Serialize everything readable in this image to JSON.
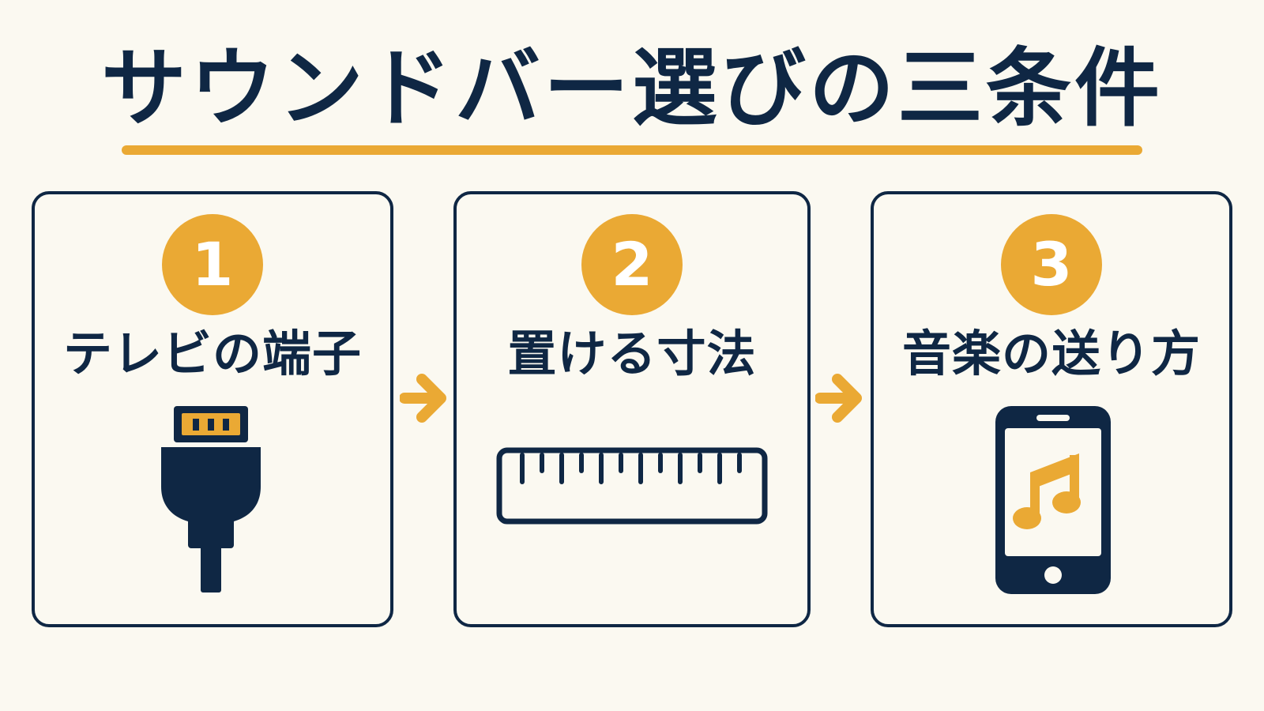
{
  "title": "サウンドバー選びの三条件",
  "steps": [
    {
      "number": "1",
      "label": "テレビの端子",
      "icon": "hdmi-cable-icon"
    },
    {
      "number": "2",
      "label": "置ける寸法",
      "icon": "ruler-icon"
    },
    {
      "number": "3",
      "label": "音楽の送り方",
      "icon": "smartphone-music-icon"
    }
  ],
  "colors": {
    "navy": "#0f2744",
    "accent": "#eaa934",
    "background": "#fbf9f1"
  }
}
